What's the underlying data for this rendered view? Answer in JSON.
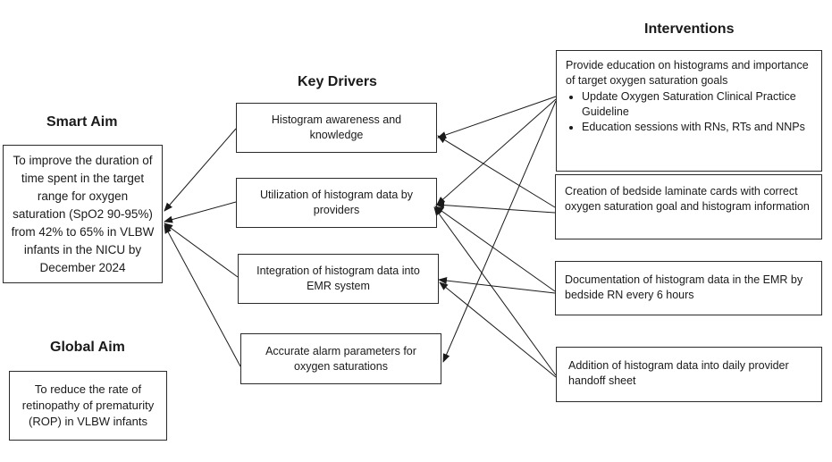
{
  "headings": {
    "interventions": "Interventions",
    "key_drivers": "Key Drivers",
    "smart_aim": "Smart Aim",
    "global_aim": "Global Aim"
  },
  "smart_aim_text": "To improve the duration of time spent in the target range for oxygen saturation (SpO2 90-95%) from 42% to 65% in VLBW infants in the NICU by December 2024",
  "global_aim_text": "To reduce the rate of retinopathy of prematurity (ROP) in VLBW infants",
  "key_drivers": [
    "Histogram awareness and knowledge",
    "Utilization of histogram data by providers",
    "Integration of histogram data into EMR system",
    "Accurate alarm parameters for oxygen saturations"
  ],
  "interventions": [
    {
      "text": "Provide education on histograms and importance of target oxygen saturation goals",
      "bullets": [
        "Update Oxygen Saturation Clinical Practice Guideline",
        "Education sessions with RNs, RTs and NNPs"
      ]
    },
    {
      "text": "Creation of bedside laminate cards with correct oxygen saturation goal and histogram information",
      "bullets": []
    },
    {
      "text": "Documentation of histogram data in the EMR by bedside RN every 6 hours",
      "bullets": []
    },
    {
      "text": "Addition of histogram data into daily provider handoff sheet",
      "bullets": []
    }
  ],
  "links": {
    "drivers_to_smart_aim": [
      0,
      1,
      2,
      3
    ],
    "interventions_to_drivers": [
      [
        0,
        0
      ],
      [
        0,
        1
      ],
      [
        0,
        3
      ],
      [
        1,
        0
      ],
      [
        1,
        1
      ],
      [
        2,
        1
      ],
      [
        2,
        2
      ],
      [
        3,
        1
      ],
      [
        3,
        2
      ]
    ]
  },
  "colors": {
    "line": "#1a1a1a",
    "border": "#2a2a2a",
    "text": "#1a1a1a"
  }
}
